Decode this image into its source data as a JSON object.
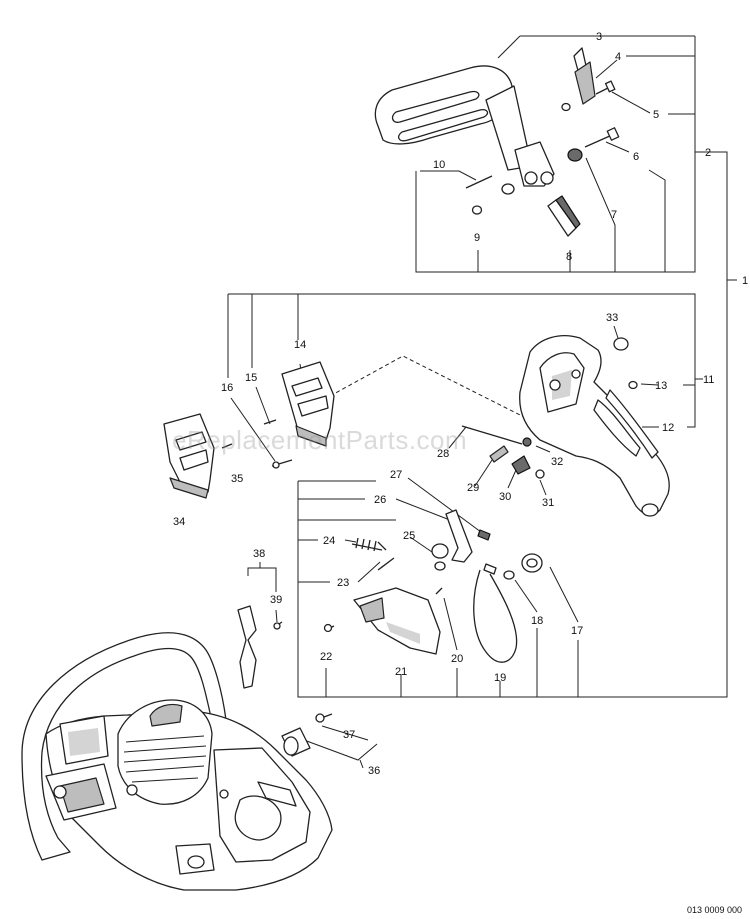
{
  "watermark": "eReplacementParts.com",
  "diagram_code": "013 0009 000",
  "callouts": [
    "1",
    "2",
    "3",
    "4",
    "5",
    "6",
    "7",
    "8",
    "9",
    "10",
    "11",
    "12",
    "13",
    "14",
    "15",
    "16",
    "17",
    "18",
    "19",
    "20",
    "21",
    "22",
    "23",
    "24",
    "25",
    "26",
    "27",
    "28",
    "29",
    "30",
    "31",
    "32",
    "33",
    "34",
    "35",
    "36",
    "37",
    "38",
    "39"
  ],
  "colors": {
    "line": "#222222",
    "part_fill": "#ffffff",
    "shade": "#bdbdbd"
  }
}
